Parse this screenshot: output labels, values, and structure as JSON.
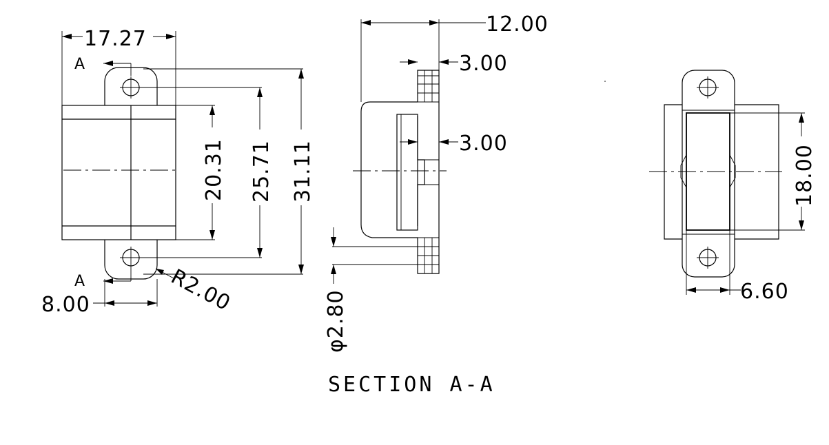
{
  "dimensions": {
    "width_top": "17.27",
    "height_1": "20.31",
    "height_2": "25.71",
    "height_3": "31.11",
    "tab_width": "8.00",
    "radius": "R2.00",
    "depth": "12.00",
    "flange_1": "3.00",
    "flange_2": "3.00",
    "hole_dia": "φ2.80",
    "side_height": "18.00",
    "side_width": "6.60"
  },
  "section_marks": {
    "top": "A",
    "bottom": "A"
  },
  "caption": "SECTION A-A"
}
